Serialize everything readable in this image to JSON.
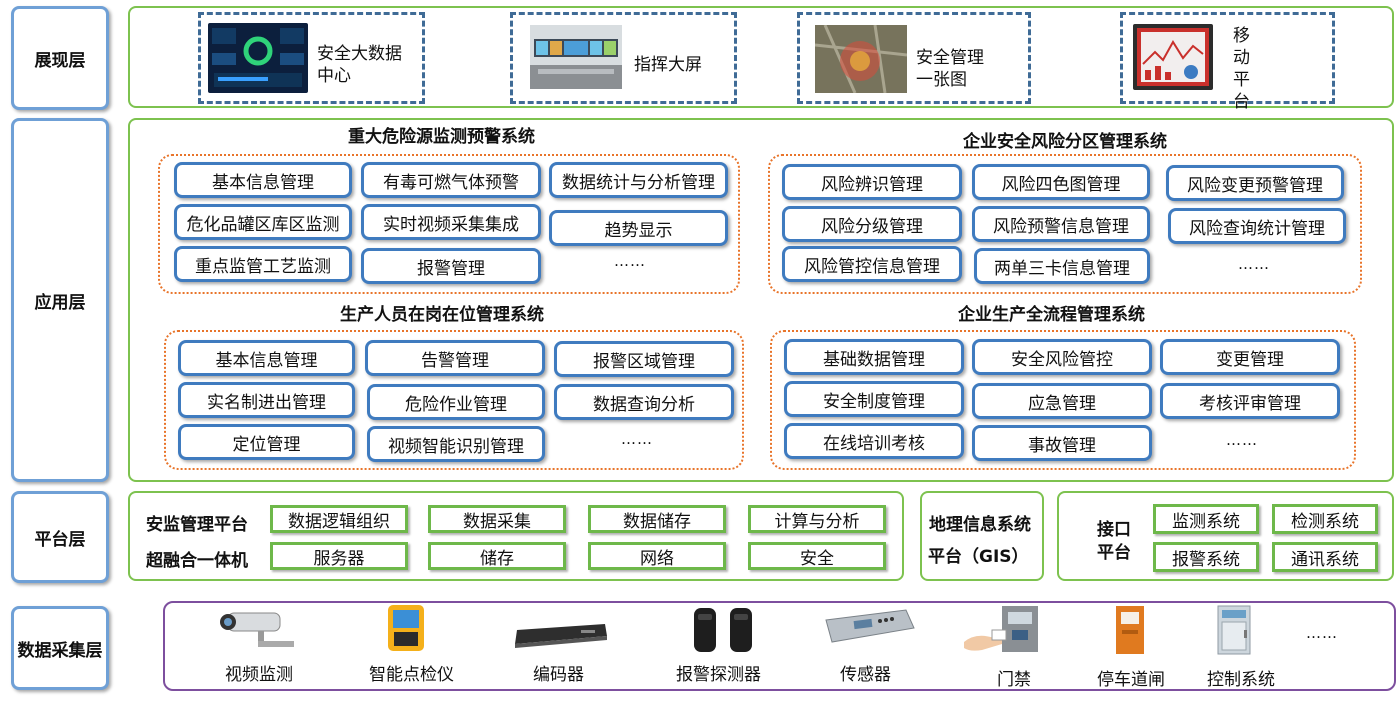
{
  "layers": {
    "display": "展现层",
    "application": "应用层",
    "platform": "平台层",
    "collection": "数据采集层"
  },
  "display": {
    "items": [
      {
        "label": "安全大数据中心",
        "line1": "安全大数据",
        "line2": "中心",
        "icon": "dashboard-screen-icon"
      },
      {
        "label": "指挥大屏",
        "icon": "command-center-icon"
      },
      {
        "label": "安全管理一张图",
        "line1": "安全管理",
        "line2": "一张图",
        "icon": "aerial-map-icon"
      },
      {
        "label": "移动平台",
        "chars": [
          "移",
          "动",
          "平",
          "台"
        ],
        "icon": "mobile-chart-icon"
      }
    ]
  },
  "application": {
    "groups": [
      {
        "title": "重大危险源监测预警系统",
        "items": [
          "基本信息管理",
          "有毒可燃气体预警",
          "数据统计与分析管理",
          "危化品罐区库区监测",
          "实时视频采集集成",
          "趋势显示",
          "重点监管工艺监测",
          "报警管理",
          "……"
        ]
      },
      {
        "title": "企业安全风险分区管理系统",
        "items": [
          "风险辨识管理",
          "风险四色图管理",
          "风险变更预警管理",
          "风险分级管理",
          "风险预警信息管理",
          "风险查询统计管理",
          "风险管控信息管理",
          "两单三卡信息管理",
          "……"
        ]
      },
      {
        "title": "生产人员在岗在位管理系统",
        "items": [
          "基本信息管理",
          "告警管理",
          "报警区域管理",
          "实名制进出管理",
          "危险作业管理",
          "数据查询分析",
          "定位管理",
          "视频智能识别管理",
          "……"
        ]
      },
      {
        "title": "企业生产全流程管理系统",
        "items": [
          "基础数据管理",
          "安全风险管控",
          "变更管理",
          "安全制度管理",
          "应急管理",
          "考核评审管理",
          "在线培训考核",
          "事故管理",
          "……"
        ]
      }
    ]
  },
  "platform": {
    "row1_label": "安监管理平台",
    "row2_label": "超融合一体机",
    "row1": [
      "数据逻辑组织",
      "数据采集",
      "数据储存",
      "计算与分析"
    ],
    "row2": [
      "服务器",
      "储存",
      "网络",
      "安全"
    ],
    "gis_line1": "地理信息系统",
    "gis_line2": "平台（GIS）",
    "iface_line1": "接口",
    "iface_line2": "平台",
    "iface_items": [
      "监测系统",
      "检测系统",
      "报警系统",
      "通讯系统"
    ]
  },
  "collection": {
    "items": [
      {
        "label": "视频监测",
        "icon": "cctv-camera-icon"
      },
      {
        "label": "智能点检仪",
        "icon": "handheld-inspector-icon"
      },
      {
        "label": "编码器",
        "icon": "encoder-rack-icon"
      },
      {
        "label": "报警探测器",
        "icon": "alarm-detector-icon"
      },
      {
        "label": "传感器",
        "icon": "sensor-panel-icon"
      },
      {
        "label": "门禁",
        "icon": "access-control-icon"
      },
      {
        "label": "停车道闸",
        "icon": "parking-barrier-icon"
      },
      {
        "label": "控制系统",
        "icon": "control-cabinet-icon"
      }
    ],
    "ellipsis": "……"
  },
  "colors": {
    "layer_border": "#6fa0d6",
    "green_border": "#7dc24f",
    "blue_button": "#3f7bbf",
    "orange_dots": "#e8742a",
    "purple_border": "#7d4f9e"
  }
}
